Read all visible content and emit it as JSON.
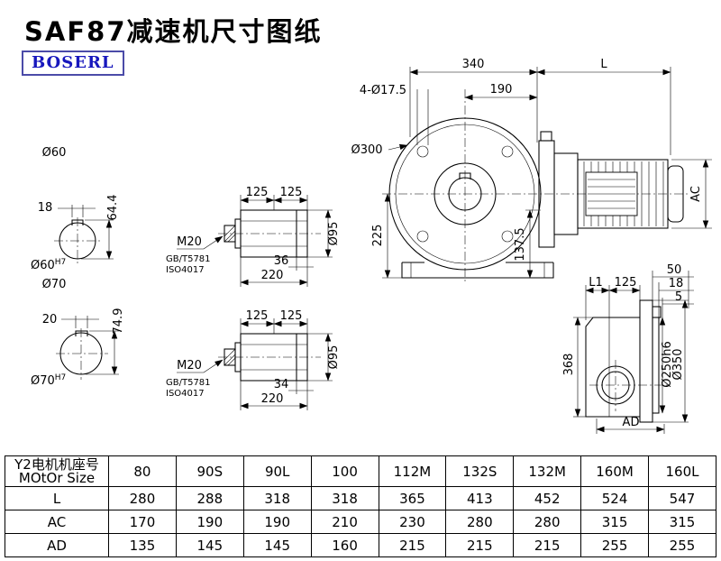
{
  "page": {
    "title": "SAF87减速机尺寸图纸",
    "brand": "BOSERL"
  },
  "drawing": {
    "front": {
      "w340": "340",
      "wL": "L",
      "w190": "190",
      "holes": "4-Ø17.5",
      "dia300": "Ø300",
      "h225": "225",
      "h137": "137.5",
      "ac": "AC"
    },
    "side": {
      "l1": "L1",
      "d125": "125",
      "d50": "50",
      "d18": "18",
      "d5": "5",
      "h368": "368",
      "dia250": "Ø250h6",
      "dia350": "Ø350",
      "ad": "AD"
    },
    "shaft60": {
      "dia": "Ø60",
      "key_w": "18",
      "key_h": "64.4",
      "fit": "Ø60",
      "tol": "H7"
    },
    "shaft70": {
      "dia": "Ø70",
      "key_w": "20",
      "key_h": "74.9",
      "fit": "Ø70",
      "tol": "H7"
    },
    "detail1": {
      "d125a": "125",
      "d125b": "125",
      "thread": "M20",
      "std1": "GB/T5781",
      "std2": "ISO4017",
      "step": "36",
      "total": "220",
      "dia": "Ø95"
    },
    "detail2": {
      "d125a": "125",
      "d125b": "125",
      "thread": "M20",
      "std1": "GB/T5781",
      "std2": "ISO4017",
      "step": "34",
      "total": "220",
      "dia": "Ø95"
    }
  },
  "table": {
    "header_cn": "Y2电机机座号",
    "header_en": "MOtOr Size",
    "sizes": [
      "80",
      "90S",
      "90L",
      "100",
      "112M",
      "132S",
      "132M",
      "160M",
      "160L"
    ],
    "rows": [
      {
        "label": "L",
        "values": [
          "280",
          "288",
          "318",
          "318",
          "365",
          "413",
          "452",
          "524",
          "547"
        ]
      },
      {
        "label": "AC",
        "values": [
          "170",
          "190",
          "190",
          "210",
          "230",
          "280",
          "280",
          "315",
          "315"
        ]
      },
      {
        "label": "AD",
        "values": [
          "135",
          "145",
          "145",
          "160",
          "215",
          "215",
          "215",
          "255",
          "255"
        ]
      }
    ]
  }
}
